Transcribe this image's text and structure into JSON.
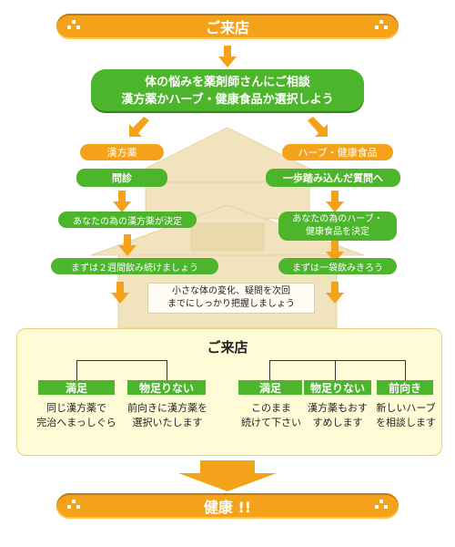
{
  "header": {
    "title": "ご来店"
  },
  "consult": {
    "line1": "体の悩みを薬剤師さんにご相談",
    "line2": "漢方薬かハーブ・健康食品か選択しよう"
  },
  "left": {
    "category": "漢方薬",
    "step1": "問診",
    "step2": "あなたの為の漢方薬が決定",
    "step3": "まずは２週間飲み続けましょう"
  },
  "right": {
    "category": "ハーブ・健康食品",
    "step1": "一歩踏み込んだ質問へ",
    "step2_line1": "あなたの為のハーブ・",
    "step2_line2": "健康食品を決定",
    "step3": "まずは一袋飲みきろう"
  },
  "note": {
    "line1": "小さな体の変化、疑問を次回",
    "line2": "までにしっかり把握しましょう"
  },
  "revisit": {
    "title": "ご来店",
    "options": [
      {
        "tag": "満足",
        "text1": "同じ漢方薬で",
        "text2": "完治へまっしぐら"
      },
      {
        "tag": "物足りない",
        "text1": "前向きに漢方薬を",
        "text2": "選択いたします"
      },
      {
        "tag": "満足",
        "text1": "このまま",
        "text2": "続けて下さい"
      },
      {
        "tag": "物足りない",
        "text1": "漢方薬もおす",
        "text2": "すめします"
      },
      {
        "tag": "前向き",
        "text1": "新しいハーブ",
        "text2": "を相談します"
      }
    ]
  },
  "footer": {
    "title": "健康 !!"
  },
  "colors": {
    "orange": "#f4a21a",
    "green": "#4cb52b",
    "panel": "#fffbd6"
  }
}
